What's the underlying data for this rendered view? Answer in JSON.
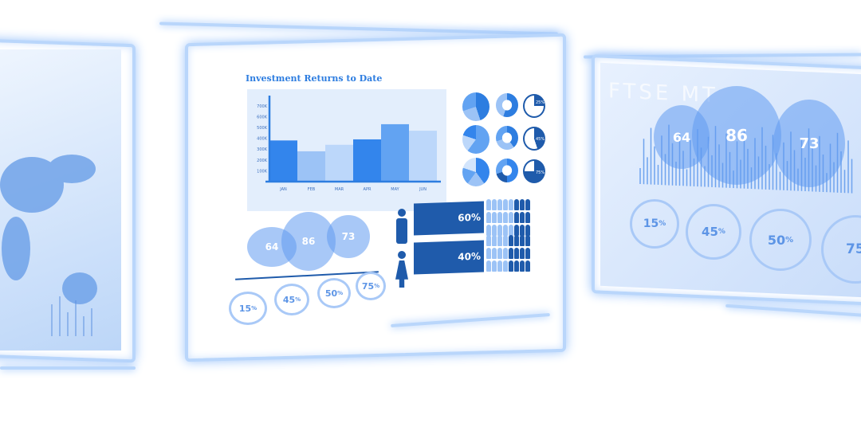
{
  "center_panel": {
    "title": "Investment Returns to Date",
    "bubbles": [
      "64",
      "86",
      "73"
    ],
    "rings": [
      "15",
      "45",
      "50",
      "75"
    ],
    "percent_sign": "%",
    "pie_labels": [
      "25%",
      "45%",
      "75%"
    ],
    "gender_bars": [
      {
        "icon": "male-icon",
        "value": "60%",
        "fraction": 0.6
      },
      {
        "icon": "female-icon",
        "value": "40%",
        "fraction": 0.4
      }
    ]
  },
  "right_panel": {
    "bubbles": [
      "64",
      "86",
      "73"
    ],
    "rings": [
      "15",
      "45",
      "50",
      "75"
    ],
    "background_text": "FTSE MT"
  },
  "colors": {
    "accent": "#2d7de0",
    "dark": "#1f5bab",
    "light": "#bcd7fa",
    "frame_glow": "#b9d6fb"
  },
  "chart_data": {
    "type": "bar",
    "title": "Investment Returns to Date",
    "categories": [
      "JAN",
      "FEB",
      "MAR",
      "APR",
      "MAY",
      "JUN"
    ],
    "values": [
      380000,
      280000,
      340000,
      390000,
      530000,
      470000
    ],
    "yticks": [
      "100K",
      "200K",
      "300K",
      "400K",
      "500K",
      "600K",
      "700K"
    ],
    "ylim": [
      0,
      750000
    ],
    "bar_colors": [
      "#3385ec",
      "#9cc3f6",
      "#bcd7fa",
      "#3385ec",
      "#62a3f2",
      "#bcd7fa"
    ],
    "grid": false
  }
}
